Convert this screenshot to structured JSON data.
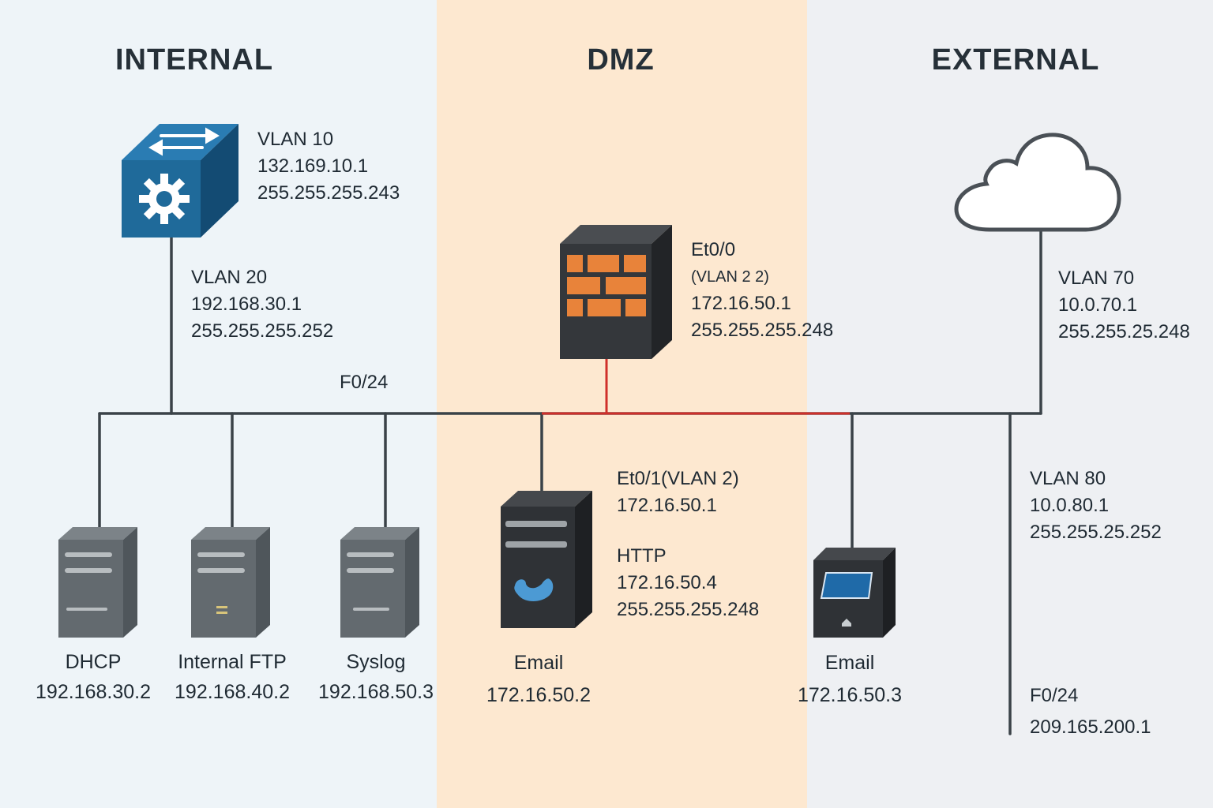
{
  "zones": {
    "internal": "INTERNAL",
    "dmz": "DMZ",
    "external": "EXTERNAL"
  },
  "switch": {
    "icon": "layer3-switch-icon",
    "vlan": "VLAN 10",
    "ip": "132.169.10.1",
    "mask": "255.255.255.243"
  },
  "switch_uplink": {
    "vlan": "VLAN 20",
    "ip": "192.168.30.1",
    "mask": "255.255.255.252"
  },
  "port_internal": "F0/24",
  "firewall": {
    "icon": "firewall-icon",
    "interface": "Et0/0",
    "vlan": "(VLAN 2 2)",
    "ip": "172.16.50.1",
    "mask": "255.255.255.248"
  },
  "cloud": {
    "icon": "cloud-icon",
    "vlan": "VLAN 70",
    "ip": "10.0.70.1",
    "mask": "255.255.25.248"
  },
  "dmz_interface": {
    "interface": "Et0/1(VLAN 2)",
    "ip": "172.16.50.1",
    "service": "HTTP",
    "service_ip": "172.16.50.4",
    "service_mask": "255.255.255.248"
  },
  "external_link": {
    "vlan": "VLAN 80",
    "ip": "10.0.80.1",
    "mask": "255.255.25.252",
    "port": "F0/24",
    "port_ip": "209.165.200.1"
  },
  "servers": [
    {
      "name": "DHCP",
      "ip": "192.168.30.2",
      "icon": "server-icon"
    },
    {
      "name": "Internal FTP",
      "ip": "192.168.40.2",
      "icon": "server-icon"
    },
    {
      "name": "Syslog",
      "ip": "192.168.50.3",
      "icon": "server-icon"
    },
    {
      "name": "Email",
      "ip": "172.16.50.2",
      "icon": "web-server-icon"
    },
    {
      "name": "Email",
      "ip": "172.16.50.3",
      "icon": "email-appliance-icon"
    }
  ],
  "colors": {
    "internal_bg": "#eef4f8",
    "dmz_bg": "#fde8d0",
    "external_bg": "#eef0f3",
    "switch_blue": "#1f6a9a",
    "firewall_bricks": "#e8833a",
    "dmz_link": "#d0302a",
    "wire": "#3a4248"
  }
}
